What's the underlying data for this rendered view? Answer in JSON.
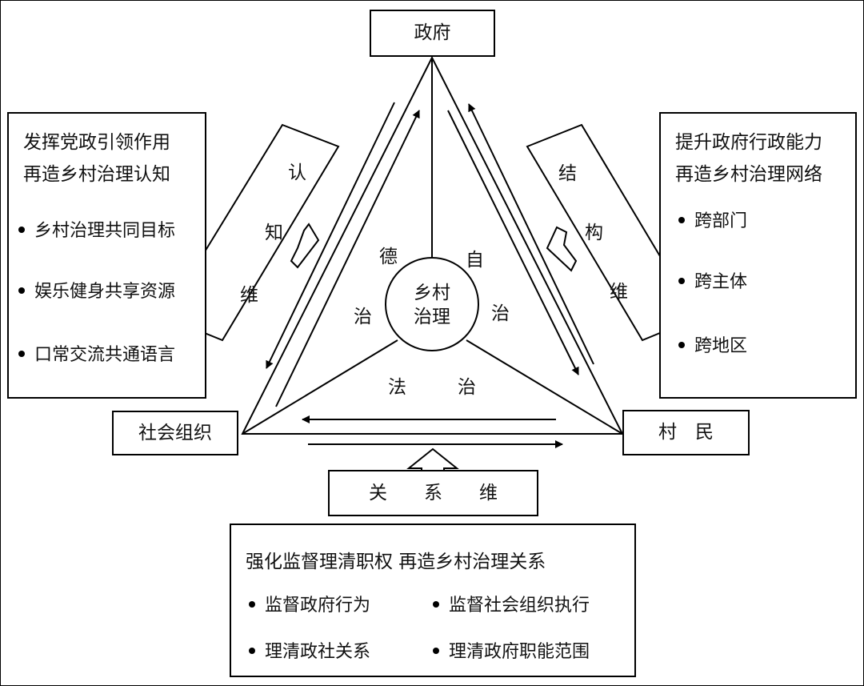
{
  "nodes": {
    "government": "政府",
    "social_org": "社会组织",
    "villagers": "村　民",
    "center": [
      "乡村",
      "治理"
    ]
  },
  "governance_labels": {
    "de_zhi": [
      "德",
      "治"
    ],
    "zi_zhi": [
      "自",
      "治"
    ],
    "fa_zhi": [
      "法",
      "治"
    ]
  },
  "dimensions": {
    "cognitive": [
      "认",
      "知",
      "维"
    ],
    "structural": [
      "结",
      "构",
      "维"
    ],
    "relational": "关　　系　　维"
  },
  "left_panel": {
    "title_lines": [
      "发挥党政引领作用",
      "再造乡村治理认知"
    ],
    "items": [
      "乡村治理共同目标",
      "娱乐健身共享资源",
      "口常交流共通语言"
    ]
  },
  "right_panel": {
    "title_lines": [
      "提升政府行政能力",
      "再造乡村治理网络"
    ],
    "items": [
      "跨部门",
      "跨主体",
      "跨地区"
    ]
  },
  "bottom_panel": {
    "title": "强化监督理清职权  再造乡村治理关系",
    "items": [
      "监督政府行为",
      "监督社会组织执行",
      "理清政社关系",
      "理清政府职能范围"
    ]
  }
}
